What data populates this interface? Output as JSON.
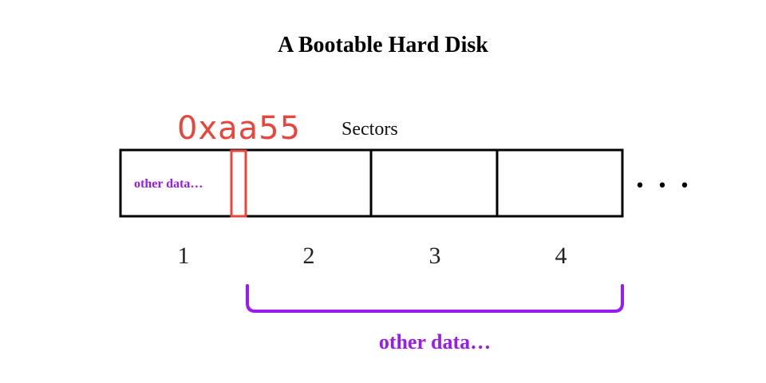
{
  "title": "A Bootable Hard Disk",
  "magic_number": "0xaa55",
  "sectors_label": "Sectors",
  "first_sector_note": "other data…",
  "sector_numbers": [
    "1",
    "2",
    "3",
    "4"
  ],
  "continuation": "• • •",
  "bracket_label": "other data…",
  "colors": {
    "magic": "#e8463c",
    "purple": "#9a1af0",
    "outline": "#000000"
  }
}
